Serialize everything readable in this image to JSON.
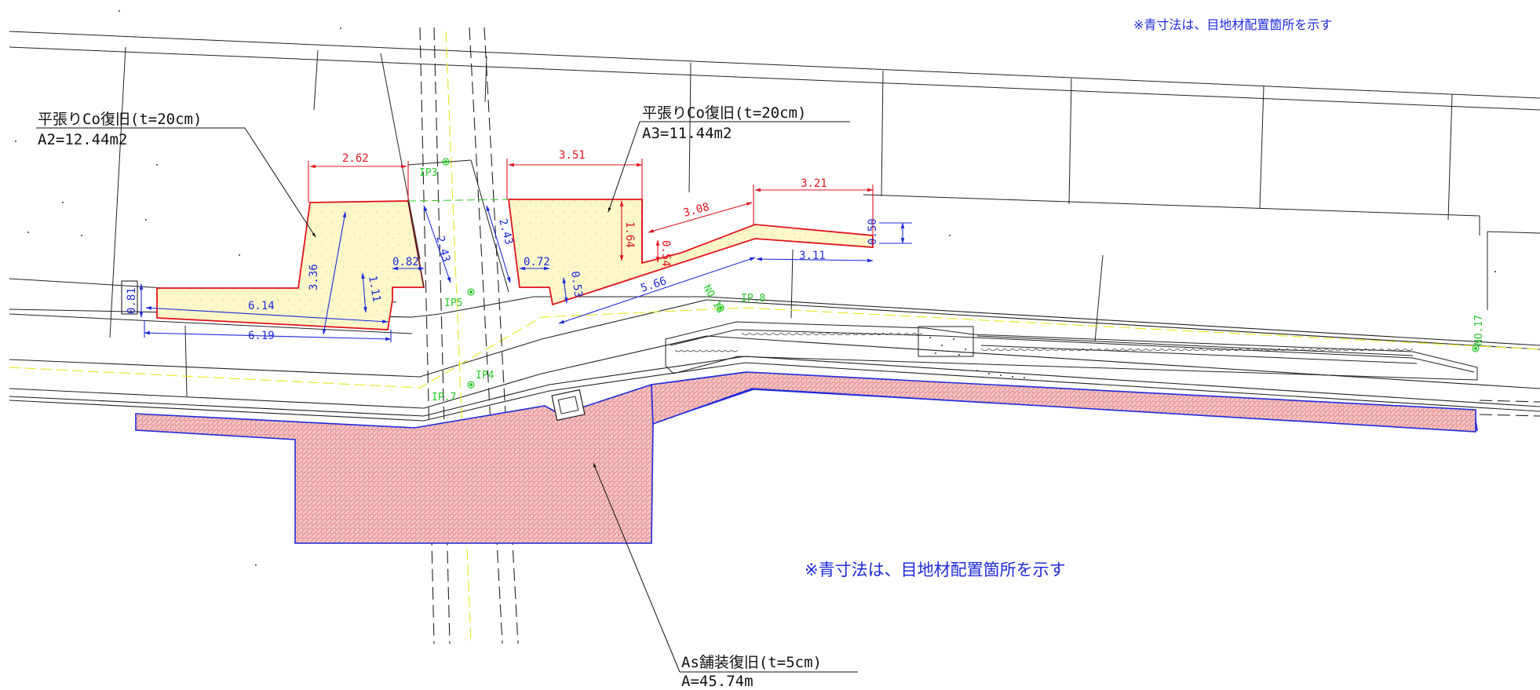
{
  "notes": {
    "top_right": "※青寸法は、目地材配置箇所を示す",
    "center": "※青寸法は、目地材配置箇所を示す"
  },
  "labels": {
    "a2": {
      "title": "平張りCo復旧(t=20cm)",
      "area": "A2=12.44m2"
    },
    "a3": {
      "title": "平張りCo復旧(t=20cm)",
      "area": "A3=11.44m2"
    },
    "as": {
      "title": "As舗装復旧(t=5cm)",
      "area": "A=45.74m"
    }
  },
  "points": {
    "p3": "IP3",
    "p5": "IP5",
    "p4": "IP4",
    "ip7": "IP.7",
    "ip8": "IP.8",
    "no16": "NO.16",
    "no17": "NO.17"
  },
  "dims_red": {
    "d262": "2.62",
    "d351": "3.51",
    "d321": "3.21",
    "d308": "3.08",
    "d164": "1.64",
    "d054": "0.54"
  },
  "dims_blue": {
    "d336": "3.36",
    "d111": "1.11",
    "d082": "0.82",
    "d243a": "2.43",
    "d243b": "2.43",
    "d072": "0.72",
    "d053": "0.53",
    "d566": "5.66",
    "d311": "3.11",
    "d050": "0.50",
    "d081": "0.81",
    "d614": "6.14",
    "d619": "6.19"
  },
  "colors": {
    "concrete_fill": "#fbf7c9",
    "concrete_edge": "#e0141e",
    "asphalt_fill": "#f0b6b8",
    "asphalt_edge": "#1f2bd8",
    "joint_dim": "#1f2bd8",
    "red_dim": "#e0141e",
    "survey_point": "#28c828",
    "centerline": "#e8e830"
  }
}
